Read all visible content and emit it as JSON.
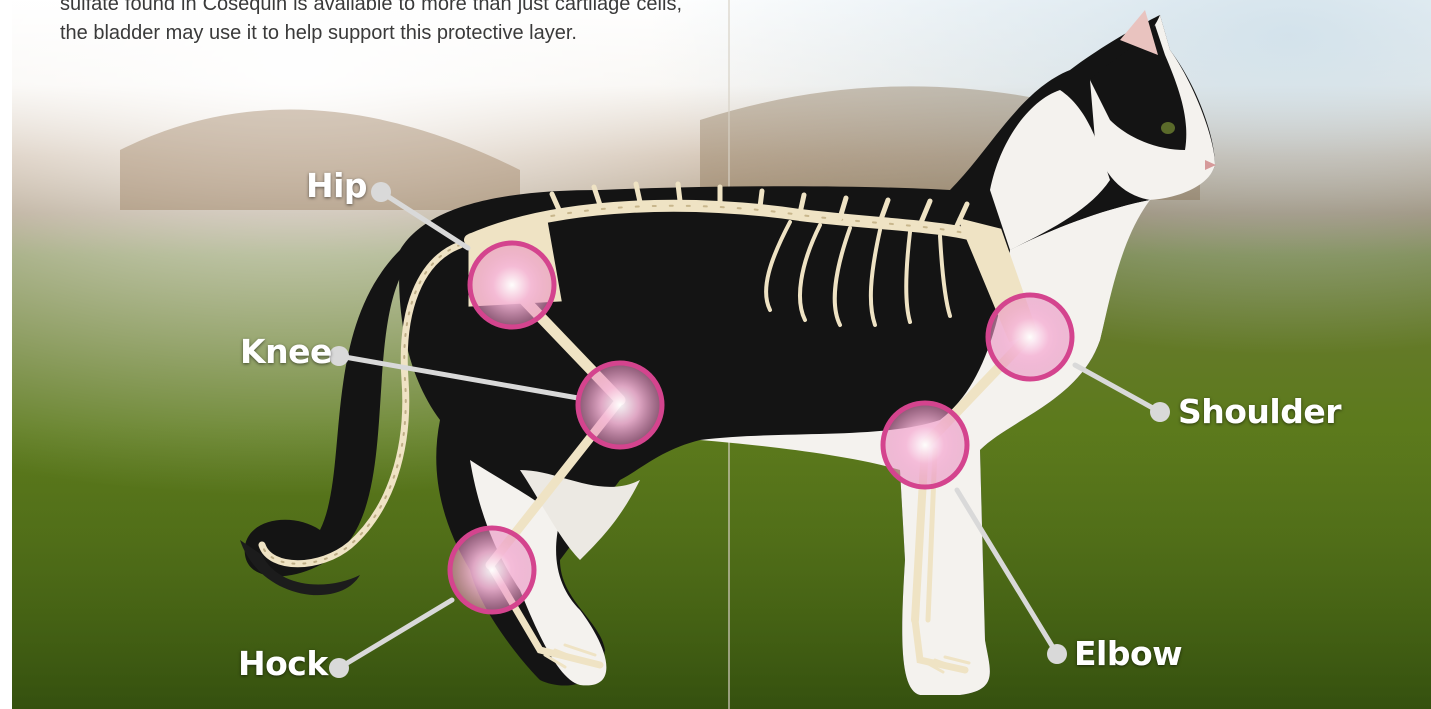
{
  "intro_text": "sulfate found in Cosequin is available to more than just cartilage cells, the bladder may use it to help support this protective layer.",
  "joints": [
    {
      "id": "hip",
      "label": "Hip"
    },
    {
      "id": "knee",
      "label": "Knee"
    },
    {
      "id": "hock",
      "label": "Hock"
    },
    {
      "id": "shoulder",
      "label": "Shoulder"
    },
    {
      "id": "elbow",
      "label": "Elbow"
    }
  ],
  "colors": {
    "joint_ring": "#d4448e",
    "joint_glow": "#f2a7cf",
    "bone": "#efe3c4",
    "leader": "#d9d9d9",
    "grass": "#5f7a1e",
    "cat_black": "#141414",
    "cat_white": "#f4f2ee"
  }
}
